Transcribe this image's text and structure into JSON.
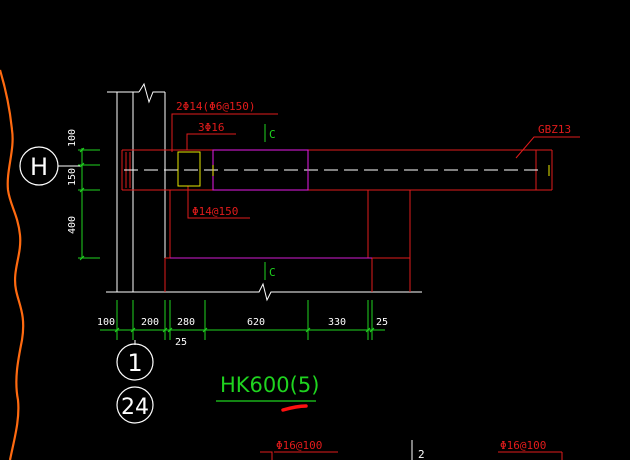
{
  "colors": {
    "background": "#000000",
    "white": "#ffffff",
    "red": "#e11b1b",
    "green": "#1fd31f",
    "magenta": "#d21bd2",
    "orange": "#ff6a10",
    "yellow": "#e8e800"
  },
  "grid": {
    "axis_h": "H",
    "detail_number": "1",
    "sheet_number": "24"
  },
  "annotations": {
    "top_rebar": "2Φ14(Φ6@150)",
    "mid_rebar": "3Φ16",
    "stirrup": "Φ14@150",
    "section_mark_top": "C",
    "section_mark_bottom": "C",
    "column_tag": "GBZ13",
    "bottom_left_rebar": "Φ16@100",
    "bottom_right_rebar": "Φ16@100",
    "bottom_mid": "2"
  },
  "dimensions": {
    "horizontal": [
      "100",
      "200",
      "280",
      "620",
      "330",
      "25"
    ],
    "horizontal_sub": "25",
    "vertical": [
      "100",
      "150",
      "400"
    ]
  },
  "title": {
    "label": "HK600(5)"
  }
}
